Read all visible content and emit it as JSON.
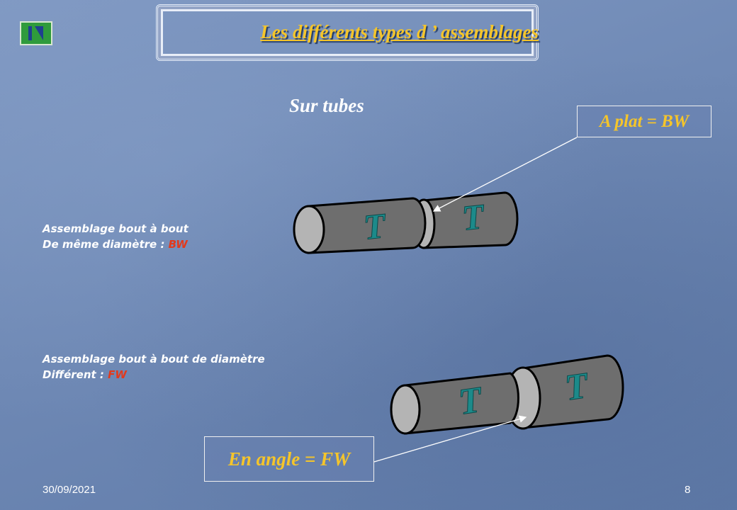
{
  "slide": {
    "title": "Les différents types d ’ assemblages",
    "subtitle": "Sur tubes",
    "callout_bw": "A plat = BW",
    "callout_fw": "En angle = FW",
    "bw_description": {
      "line1": "Assemblage bout à bout",
      "line2_prefix": "De même diamètre : ",
      "line2_code": "BW"
    },
    "fw_description": {
      "line1": "Assemblage bout à bout de diamètre",
      "line2_prefix": "Différent : ",
      "line2_code": "FW"
    },
    "tube_mark": "T",
    "footer_date": "30/09/2021",
    "page_number": "8"
  },
  "nav": {
    "icon": "skip-end-icon"
  },
  "colors": {
    "title": "#f5c52a",
    "accent_red": "#e23a1c",
    "tube_body": "#6e6e6e",
    "tube_end": "#b4b4b4",
    "letter": "#1c8a8a"
  }
}
